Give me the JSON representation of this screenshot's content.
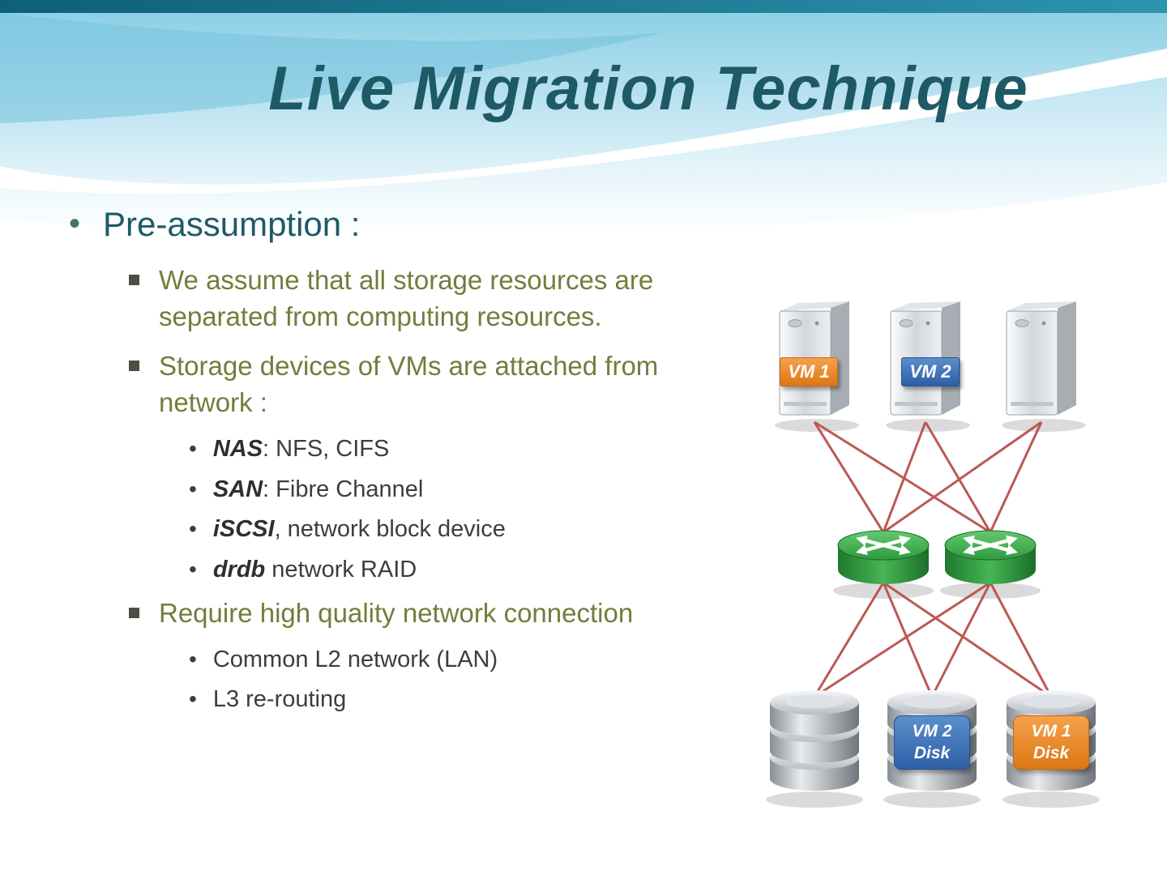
{
  "slide_title": "Live Migration Technique",
  "glyphs": {
    "dot": "•"
  },
  "content": {
    "heading": "Pre-assumption :",
    "items": {
      "assumption1": "We assume that all storage resources are separated from computing resources.",
      "assumption2": "Storage devices of VMs are attached from network :",
      "storage_types": [
        {
          "term": "NAS",
          "rest": ": NFS, CIFS"
        },
        {
          "term": "SAN",
          "rest": ": Fibre Channel"
        },
        {
          "term": "iSCSI",
          "rest": ", network block device"
        },
        {
          "term": "drdb",
          "rest": " network RAID"
        }
      ],
      "requirement": "Require high quality network  connection",
      "network_types": [
        "Common L2 network (LAN)",
        "L3 re-routing"
      ]
    }
  },
  "diagram": {
    "vm1_label": "VM 1",
    "vm2_label": "VM 2",
    "disk_vm2_label": "VM 2\nDisk",
    "disk_vm1_label": "VM 1\nDisk"
  },
  "colors": {
    "title_teal": "#1E5A66",
    "level2_olive": "#6F7F3C",
    "level3_gray": "#3D3D3D",
    "vm1_orange": "#E8832B",
    "vm2_blue": "#3A6FB5",
    "router_green": "#2F9A3F",
    "link_red": "#B9504C"
  }
}
